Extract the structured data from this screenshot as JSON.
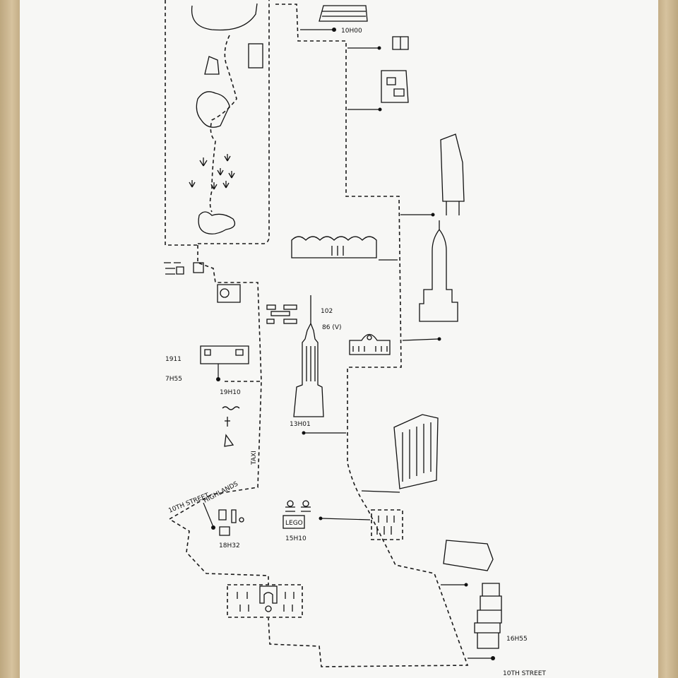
{
  "map": {
    "labels": {
      "t_10h00": "10H00",
      "t_102": "102",
      "t_86": "86 (V)",
      "t_1911": "1911",
      "t_7h55": "7H55",
      "t_19h10": "19H10",
      "t_13h01": "13H01",
      "t_taxi": "TAXI",
      "t_10th_street_left": "10TH STREET",
      "t_highlands": "HIGHLANDS",
      "t_lego": "LEGO",
      "t_15h10": "15H10",
      "t_18h32": "18H32",
      "t_16h55": "16H55",
      "t_10th_street_bottom": "10TH STREET"
    },
    "colors": {
      "ink": "#111111",
      "paper": "#f7f7f5",
      "frame": "#c8b28c"
    }
  }
}
